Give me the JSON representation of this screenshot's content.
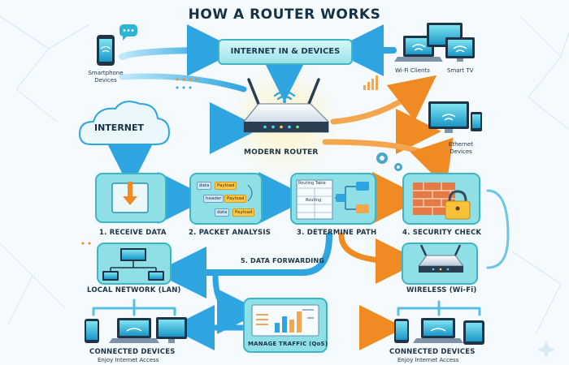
{
  "title": "HOW A ROUTER WORKS",
  "top_box": "INTERNET IN & DEVICES",
  "cloud_label": "INTERNET",
  "router_label": "MODERN ROUTER",
  "devices": {
    "smartphone": "Smartphone\nDevices",
    "wifi_clients": "Wi-Fi Clients",
    "smart_tv": "Smart TV",
    "ethernet": "Ethernet\nDevices"
  },
  "steps": {
    "receive": "1. RECEIVE DATA",
    "analysis": "2. PACKET ANALYSIS",
    "determine": "3. DETERMINE PATH",
    "security": "4. SECURITY CHECK",
    "forwarding": "5. DATA FORWARDING"
  },
  "packet": {
    "data": "data",
    "payload": "Payload",
    "header": "header"
  },
  "routing": {
    "table": "Routing Table",
    "routing": "Routing"
  },
  "networks": {
    "lan": "LOCAL NETWORK (LAN)",
    "wifi": "WIRELESS (Wi-Fi)"
  },
  "qos": "MANAGE TRAFFIC (QoS)",
  "connected_left": {
    "title": "CONNECTED DEVICES",
    "sub": "Enjoy Internet Access"
  },
  "connected_right": {
    "title": "CONNECTED DEVICES",
    "sub": "Enjoy Internet Access"
  },
  "colors": {
    "flow_blue": "#35aee2",
    "flow_orange": "#f39a3c",
    "teal": "#6fd3de",
    "navy": "#163046"
  }
}
